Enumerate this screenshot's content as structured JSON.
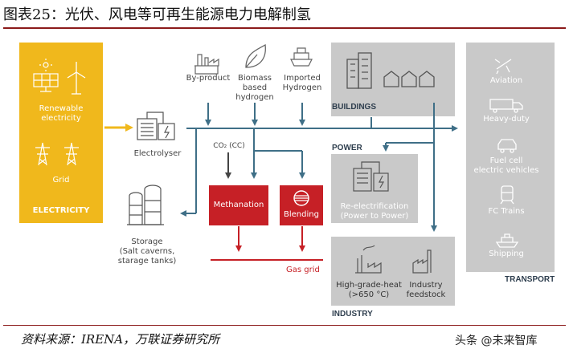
{
  "figure_title": "图表25：光伏、风电等可再生能源电力电解制氢",
  "electricity": {
    "renewable": "Renewable\nelectricity",
    "grid": "Grid",
    "label": "ELECTRICITY"
  },
  "sources": {
    "byproduct": "By-product",
    "biomass": "Biomass\nbased\nhydrogen",
    "imported": "Imported\nHydrogen"
  },
  "electrolyser": "Electrolyser",
  "co2": "CO₂ (CC)",
  "methanation": "Methanation",
  "blending": "Blending",
  "gas_grid": "Gas grid",
  "storage": "Storage\n(Salt caverns,\nstarage tanks)",
  "buildings": "BUILDINGS",
  "power": {
    "label": "POWER",
    "item": "Re-electrification\n(Power to Power)"
  },
  "industry": {
    "label": "INDUSTRY",
    "high_grade": "High-grade-heat\n(>650 °C)",
    "feedstock": "Industry\nfeedstock"
  },
  "transport": {
    "label": "TRANSPORT",
    "items": [
      "Aviation",
      "Heavy-duty",
      "Fuel cell\nelectric vehicles",
      "FC Trains",
      "Shipping"
    ]
  },
  "source_note": "资料来源：IRENA，万联证券研究所",
  "watermark": "头条 @未来智库",
  "colors": {
    "arrow": "#3f6f87",
    "red": "#c62026",
    "yellow": "#f0b81c",
    "gray_box": "#c9c9c9"
  }
}
